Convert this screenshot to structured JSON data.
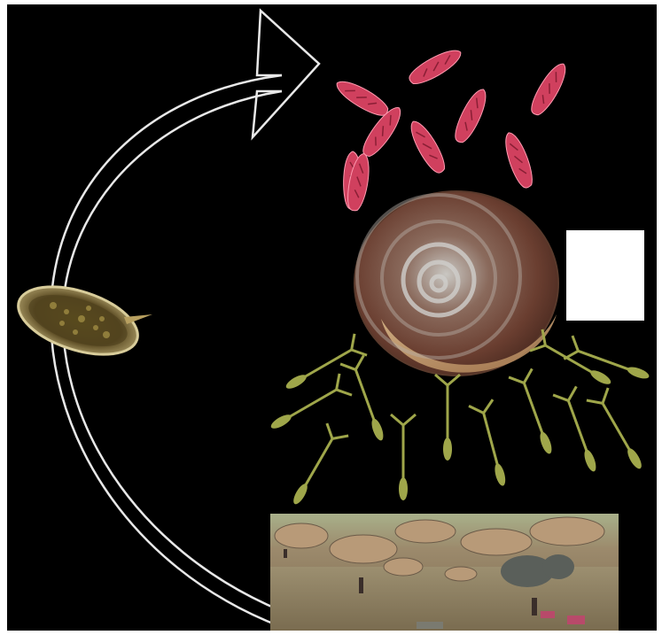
{
  "diagram": {
    "background": "#000000",
    "frame": "#ffffff",
    "arrow_color": "#e8e8e8",
    "stages": [
      {
        "name": "adult-worm",
        "icon": "flatworm-icon",
        "color": "#8a7a3a"
      },
      {
        "name": "miracidia",
        "icon": "miracidium-icon",
        "count": 10,
        "color": "#d0405e"
      },
      {
        "name": "snail-host",
        "icon": "snail-shell-icon",
        "color": "#7a4a3a"
      },
      {
        "name": "cercariae",
        "icon": "cercaria-icon",
        "count": 13,
        "color": "#9fa64a"
      },
      {
        "name": "water-site",
        "icon": "river-photo-icon",
        "color": "#8a7a55"
      }
    ],
    "blank_box_color": "#ffffff"
  }
}
